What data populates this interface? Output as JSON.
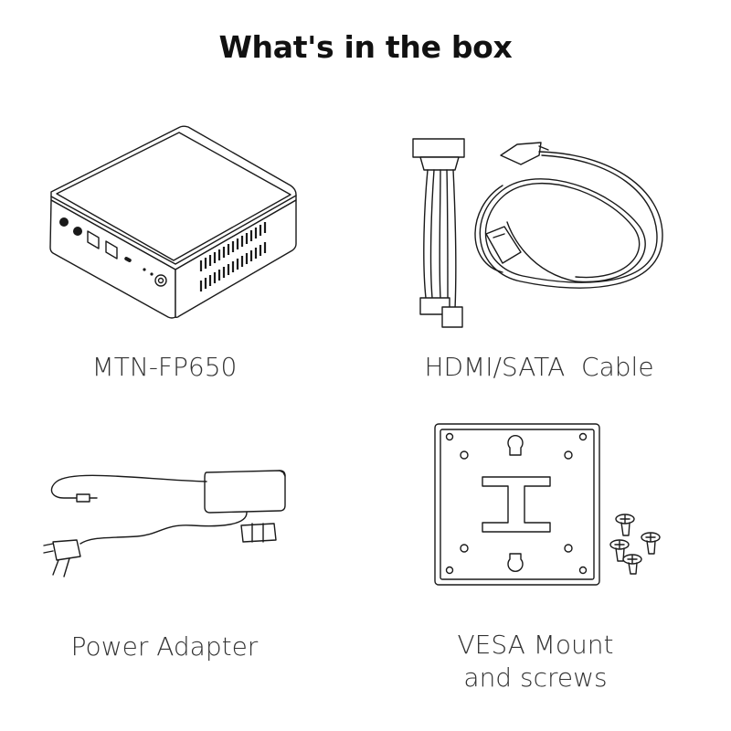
{
  "title": "What's in the box",
  "items": [
    {
      "label": "MTN-FP650",
      "icon": "mini-pc-icon"
    },
    {
      "label": "HDMI/SATA  Cable",
      "icon": "hdmi-sata-cable-icon"
    },
    {
      "label": "Power Adapter",
      "icon": "power-adapter-icon"
    },
    {
      "label_line1": "VESA Mount",
      "label_line2": "and screws",
      "icon": "vesa-mount-icon"
    }
  ]
}
